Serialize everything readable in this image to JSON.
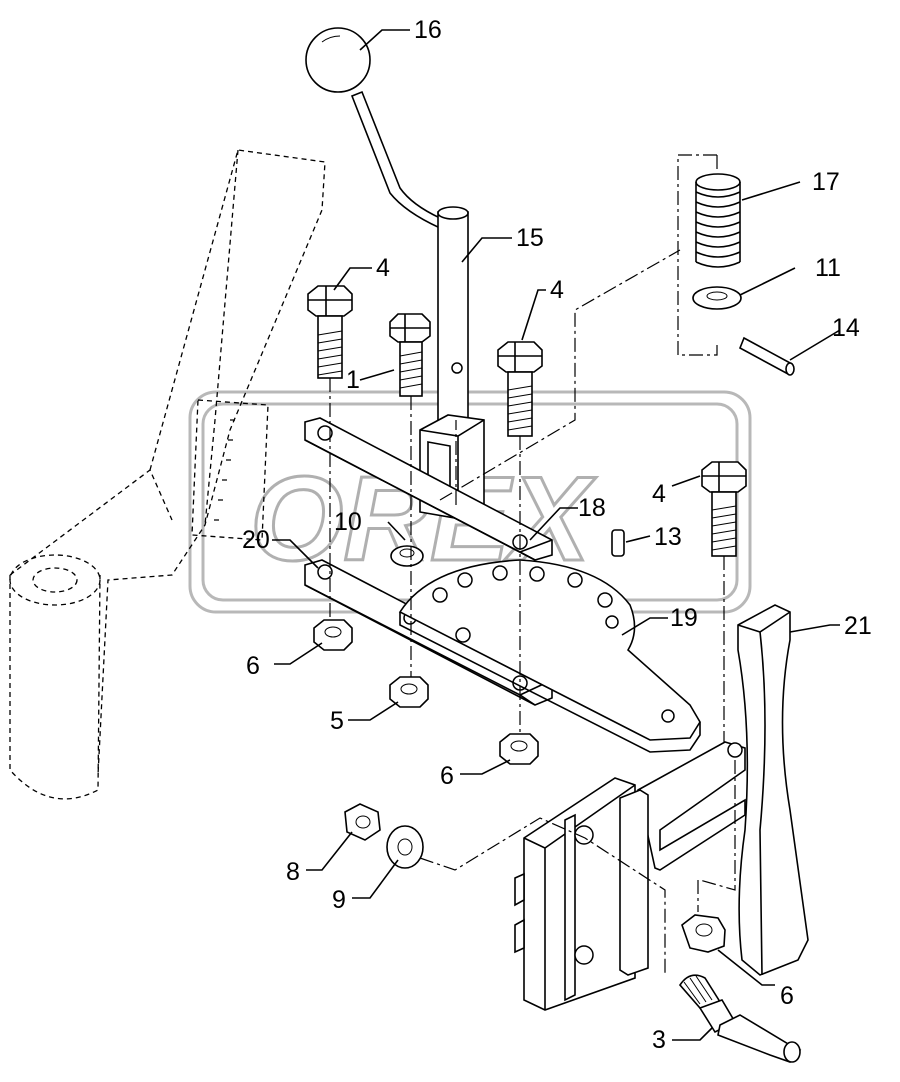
{
  "watermark": "OREX",
  "callouts": [
    {
      "id": "16",
      "text": "16"
    },
    {
      "id": "15",
      "text": "15"
    },
    {
      "id": "17",
      "text": "17"
    },
    {
      "id": "11",
      "text": "11"
    },
    {
      "id": "14",
      "text": "14"
    },
    {
      "id": "4a",
      "text": "4"
    },
    {
      "id": "4b",
      "text": "4"
    },
    {
      "id": "4c",
      "text": "4"
    },
    {
      "id": "1",
      "text": "1"
    },
    {
      "id": "18",
      "text": "18"
    },
    {
      "id": "10",
      "text": "10"
    },
    {
      "id": "20",
      "text": "20"
    },
    {
      "id": "13",
      "text": "13"
    },
    {
      "id": "19",
      "text": "19"
    },
    {
      "id": "21",
      "text": "21"
    },
    {
      "id": "6a",
      "text": "6"
    },
    {
      "id": "5",
      "text": "5"
    },
    {
      "id": "6b",
      "text": "6"
    },
    {
      "id": "8",
      "text": "8"
    },
    {
      "id": "9",
      "text": "9"
    },
    {
      "id": "6c",
      "text": "6"
    },
    {
      "id": "3",
      "text": "3"
    }
  ]
}
